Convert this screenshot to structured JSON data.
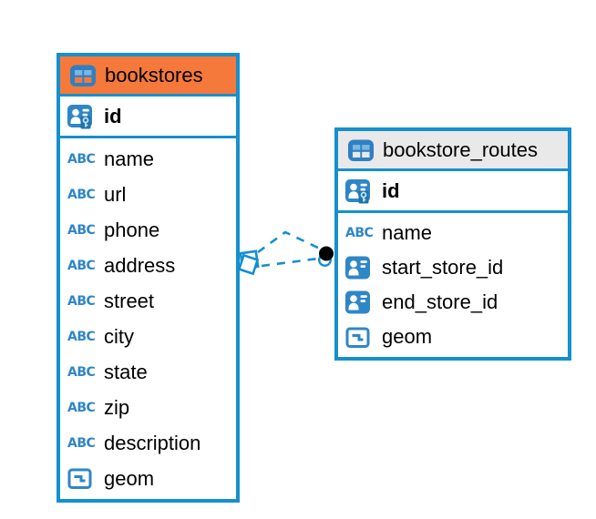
{
  "diagram": {
    "type": "entity-relationship",
    "colors": {
      "accent_blue": "#1590CE",
      "icon_blue": "#2F86C7",
      "header_orange": "#F5793B",
      "header_gray": "#E9E9E9",
      "text": "#000000"
    },
    "icons": {
      "text_type_glyph": "ABC",
      "table_icon": "table-grid",
      "primary_key_icon": "person-card-with-key",
      "reference_icon": "person-card",
      "geometry_icon": "square-with-dash"
    },
    "tables": [
      {
        "name": "bookstores",
        "header_style": "orange",
        "primary_key": {
          "name": "id",
          "type": "pk"
        },
        "columns": [
          {
            "name": "name",
            "type": "text"
          },
          {
            "name": "url",
            "type": "text"
          },
          {
            "name": "phone",
            "type": "text"
          },
          {
            "name": "address",
            "type": "text"
          },
          {
            "name": "street",
            "type": "text"
          },
          {
            "name": "city",
            "type": "text"
          },
          {
            "name": "state",
            "type": "text"
          },
          {
            "name": "zip",
            "type": "text"
          },
          {
            "name": "description",
            "type": "text"
          },
          {
            "name": "geom",
            "type": "geometry"
          }
        ]
      },
      {
        "name": "bookstore_routes",
        "header_style": "gray",
        "primary_key": {
          "name": "id",
          "type": "pk"
        },
        "columns": [
          {
            "name": "name",
            "type": "text"
          },
          {
            "name": "start_store_id",
            "type": "reference"
          },
          {
            "name": "end_store_id",
            "type": "reference"
          },
          {
            "name": "geom",
            "type": "geometry"
          }
        ]
      }
    ],
    "relationships": [
      {
        "from": "bookstores",
        "to": "bookstore_routes",
        "line": "dashed"
      },
      {
        "from": "bookstores",
        "to": "bookstore_routes",
        "line": "dashed"
      }
    ]
  }
}
